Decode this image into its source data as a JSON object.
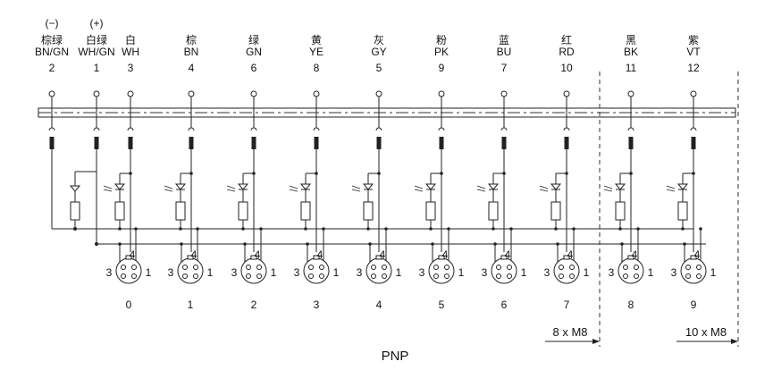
{
  "polarity": {
    "minus": "(−)",
    "plus": "(+)"
  },
  "wires": [
    {
      "cn": "棕绿",
      "en": "BN/GN",
      "pin": "2"
    },
    {
      "cn": "白绿",
      "en": "WH/GN",
      "pin": "1"
    },
    {
      "cn": "白",
      "en": "WH",
      "pin": "3"
    },
    {
      "cn": "棕",
      "en": "BN",
      "pin": "4"
    },
    {
      "cn": "绿",
      "en": "GN",
      "pin": "6"
    },
    {
      "cn": "黄",
      "en": "YE",
      "pin": "8"
    },
    {
      "cn": "灰",
      "en": "GY",
      "pin": "5"
    },
    {
      "cn": "粉",
      "en": "PK",
      "pin": "9"
    },
    {
      "cn": "蓝",
      "en": "BU",
      "pin": "7"
    },
    {
      "cn": "红",
      "en": "RD",
      "pin": "10"
    },
    {
      "cn": "黑",
      "en": "BK",
      "pin": "11"
    },
    {
      "cn": "紫",
      "en": "VT",
      "pin": "12"
    }
  ],
  "connectors": [
    {
      "index": "0",
      "pins": [
        "3",
        "4",
        "1"
      ]
    },
    {
      "index": "1",
      "pins": [
        "3",
        "4",
        "1"
      ]
    },
    {
      "index": "2",
      "pins": [
        "3",
        "4",
        "1"
      ]
    },
    {
      "index": "3",
      "pins": [
        "3",
        "4",
        "1"
      ]
    },
    {
      "index": "4",
      "pins": [
        "3",
        "4",
        "1"
      ]
    },
    {
      "index": "5",
      "pins": [
        "3",
        "4",
        "1"
      ]
    },
    {
      "index": "6",
      "pins": [
        "3",
        "4",
        "1"
      ]
    },
    {
      "index": "7",
      "pins": [
        "3",
        "4",
        "1"
      ]
    },
    {
      "index": "8",
      "pins": [
        "3",
        "4",
        "1"
      ]
    },
    {
      "index": "9",
      "pins": [
        "3",
        "4",
        "1"
      ]
    }
  ],
  "brackets": {
    "first": "8 x M8",
    "second": "10 x M8"
  },
  "caption": "PNP"
}
